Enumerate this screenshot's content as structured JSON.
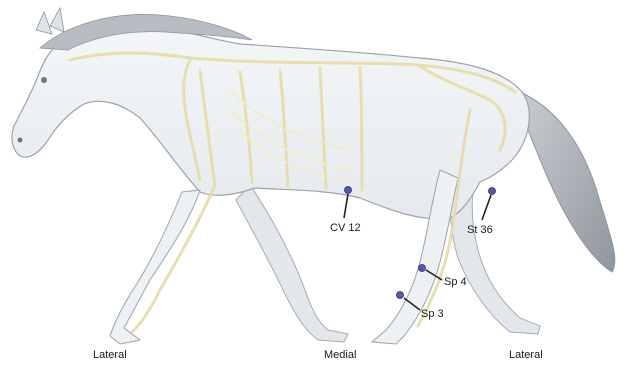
{
  "figure": {
    "points": [
      {
        "id": "cv12",
        "label": "CV 12"
      },
      {
        "id": "st36",
        "label": "St 36"
      },
      {
        "id": "sp4",
        "label": "Sp 4"
      },
      {
        "id": "sp3",
        "label": "Sp 3"
      }
    ],
    "views": {
      "left": "Lateral",
      "center": "Medial",
      "right": "Lateral"
    },
    "colors": {
      "body_fill": "#eef1f4",
      "body_outline": "#9aa3ab",
      "skeleton": "#f3ecc7",
      "skeleton_stroke": "#e6dca4",
      "point_fill": "#5a55b8",
      "leader": "#222222"
    }
  }
}
